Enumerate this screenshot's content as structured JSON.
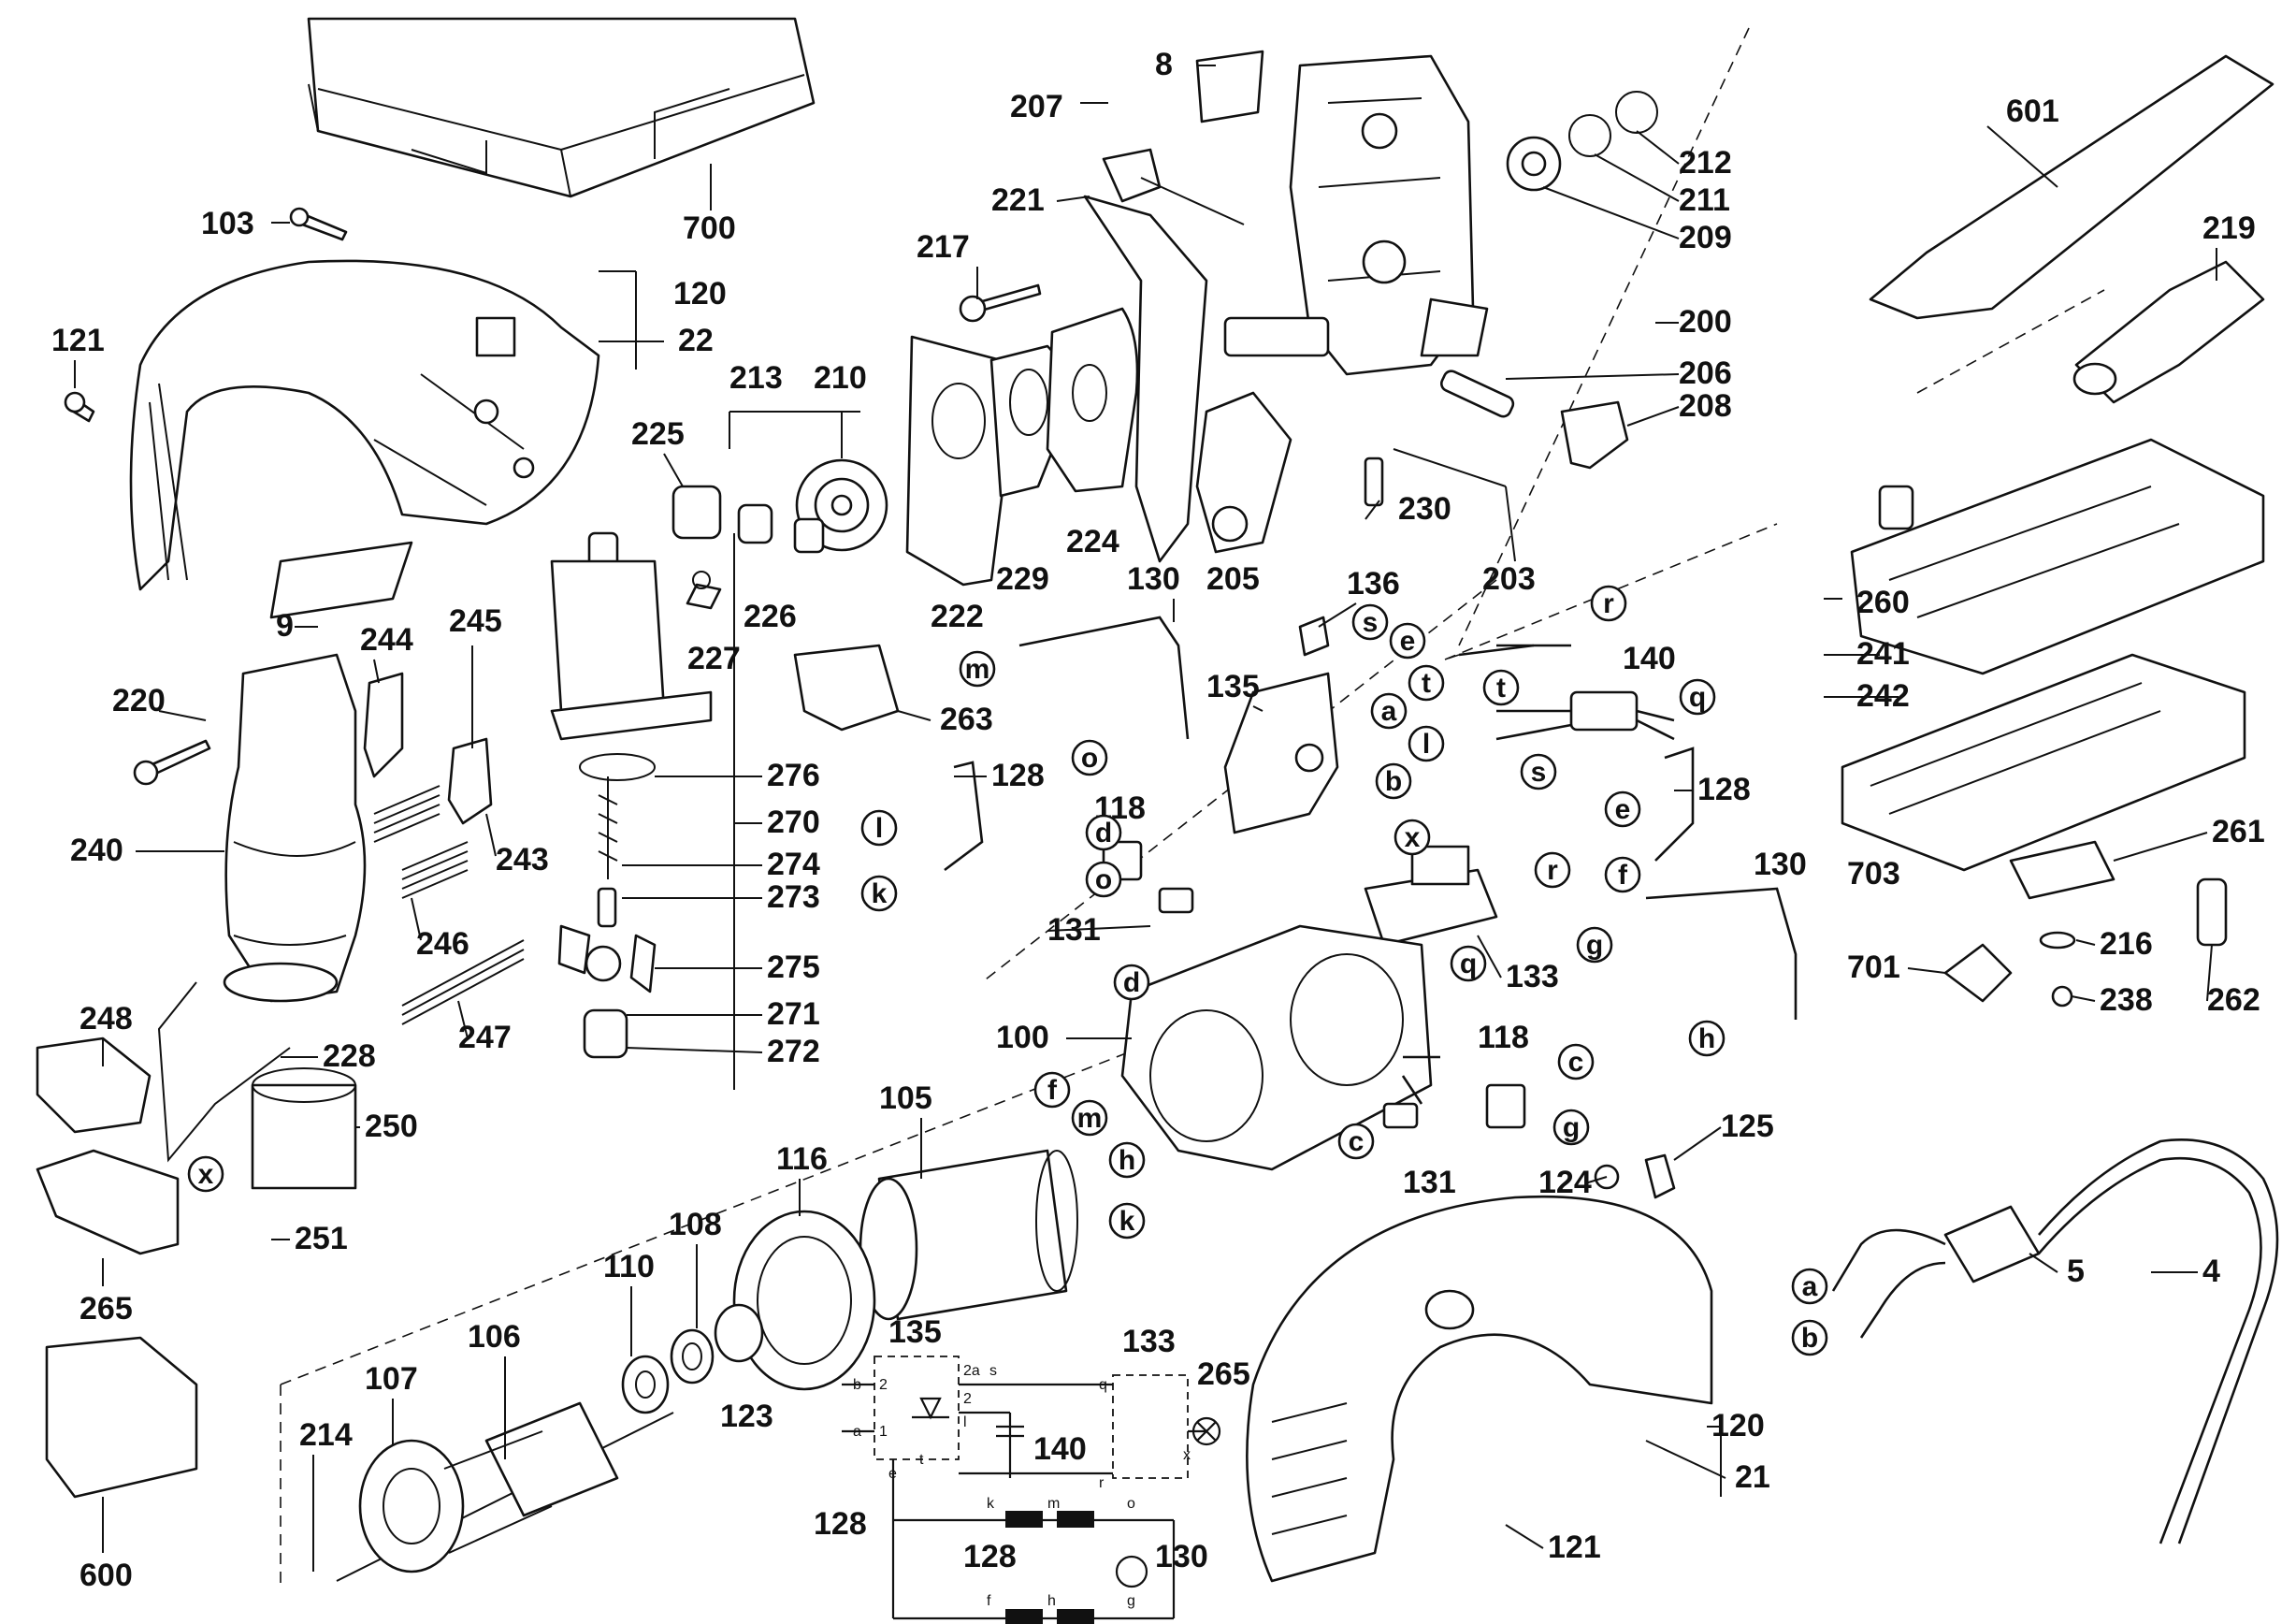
{
  "part_labels": {
    "p700": "700",
    "p103": "103",
    "p120a": "120",
    "p22": "22",
    "p121a": "121",
    "p9": "9",
    "p8": "8",
    "p207": "207",
    "p221": "221",
    "p217": "217",
    "p213": "213",
    "p210": "210",
    "p225": "225",
    "p226": "226",
    "p227": "227",
    "p222": "222",
    "p229": "229",
    "p224": "224",
    "p205": "205",
    "p230": "230",
    "p203": "203",
    "p212": "212",
    "p211": "211",
    "p209": "209",
    "p200": "200",
    "p206": "206",
    "p208": "208",
    "p601": "601",
    "p219": "219",
    "p260": "260",
    "p241": "241",
    "p242": "242",
    "p703": "703",
    "p261": "261",
    "p216": "216",
    "p262": "262",
    "p701": "701",
    "p238": "238",
    "p220": "220",
    "p244": "244",
    "p245": "245",
    "p243": "243",
    "p246": "246",
    "p247": "247",
    "p240": "240",
    "p248": "248",
    "p228": "228",
    "p250": "250",
    "p251": "251",
    "p265a": "265",
    "p600": "600",
    "p276": "276",
    "p270": "270",
    "p274": "274",
    "p273": "273",
    "p275": "275",
    "p271": "271",
    "p272": "272",
    "p263": "263",
    "p130a": "130",
    "p136": "136",
    "p135a": "135",
    "p140a": "140",
    "p128a": "128",
    "p118a": "118",
    "p128b": "128",
    "p130b": "130",
    "p131a": "131",
    "p133a": "133",
    "p100": "100",
    "p118b": "118",
    "p131b": "131",
    "p125": "125",
    "p124": "124",
    "p105": "105",
    "p116": "116",
    "p108": "108",
    "p110": "110",
    "p106": "106",
    "p107": "107",
    "p123": "123",
    "p214": "214",
    "p135b": "135",
    "p133b": "133",
    "p265b": "265",
    "p140b": "140",
    "p128c": "128",
    "p128d": "128",
    "p130c": "130",
    "p120b": "120",
    "p21": "21",
    "p121b": "121",
    "p5": "5",
    "p4": "4"
  },
  "connector_labels": {
    "m1": "m",
    "o1": "o",
    "l1": "l",
    "k1": "k",
    "d1": "d",
    "o2": "o",
    "d2": "d",
    "s1": "s",
    "e1": "e",
    "t1": "t",
    "a1": "a",
    "l2": "l",
    "b1": "b",
    "r1": "r",
    "t2": "t",
    "q1": "q",
    "s2": "s",
    "e2": "e",
    "f1": "f",
    "x1": "x",
    "r2": "r",
    "q2": "q",
    "g1": "g",
    "h1": "h",
    "c1": "c",
    "g2": "g",
    "c2": "c",
    "f2": "f",
    "m2": "m",
    "h2": "h",
    "k2": "k",
    "x2": "x",
    "a2": "a",
    "b2": "b"
  },
  "schematic_labels": {
    "b": "b",
    "a": "a",
    "e": "e",
    "t": "t",
    "two_a": "2a",
    "s": "s",
    "two": "2",
    "one": "1",
    "l": "l",
    "q": "q",
    "r": "r",
    "x": "x",
    "k": "k",
    "m": "m",
    "o": "o",
    "f": "f",
    "h": "h",
    "g": "g",
    "pin2": "2",
    "pin1": "1"
  }
}
